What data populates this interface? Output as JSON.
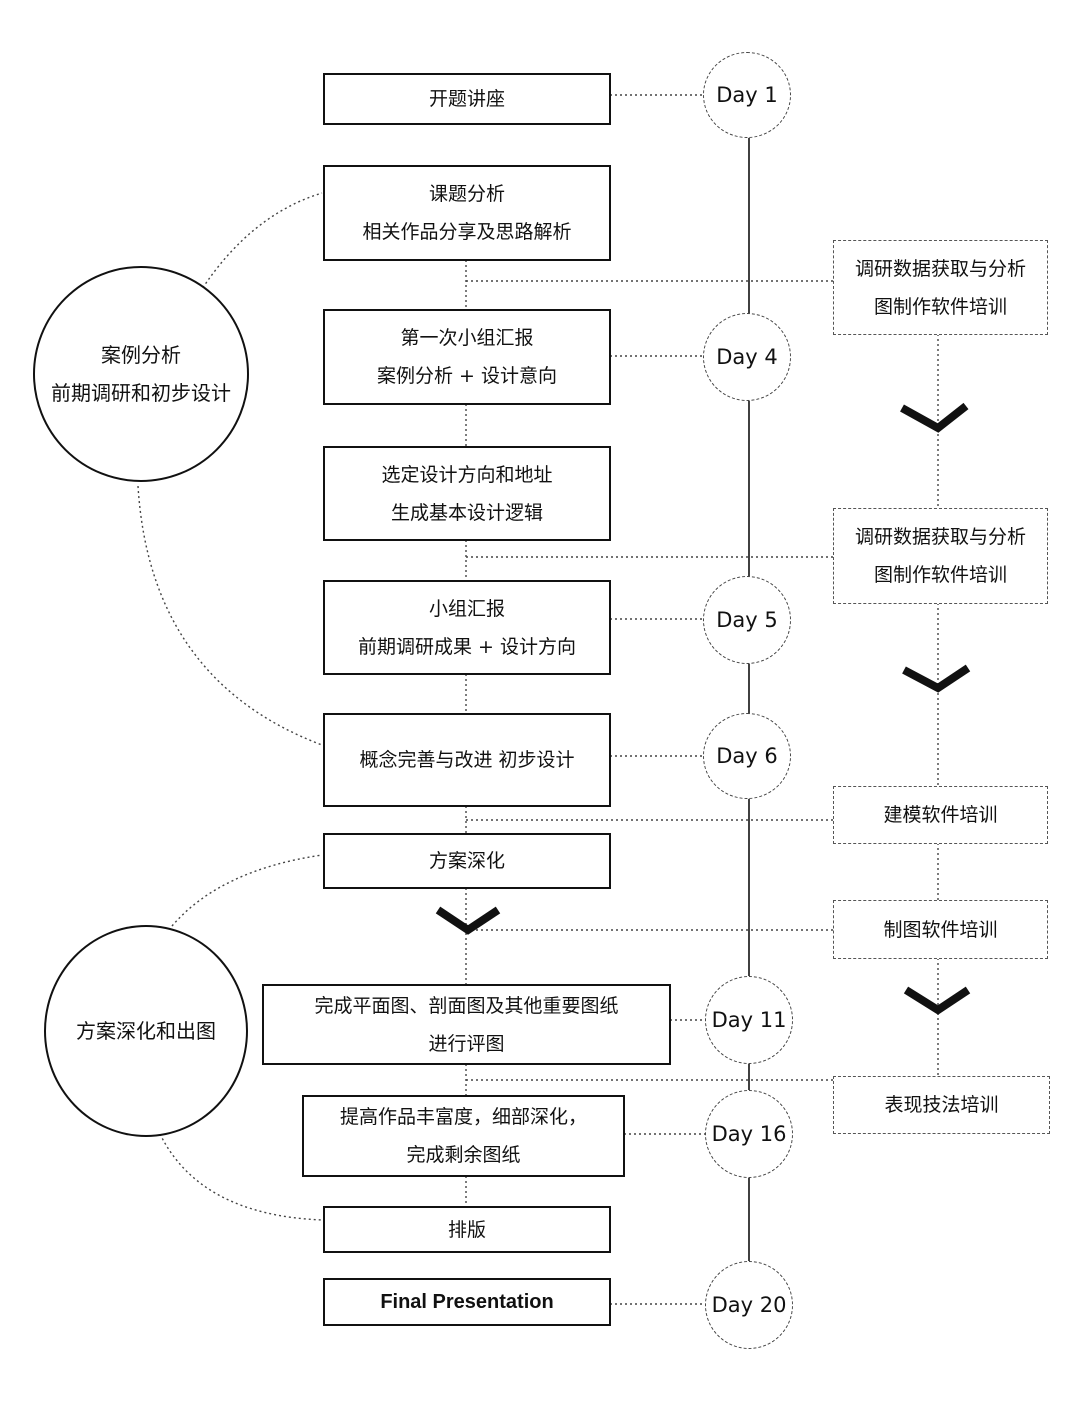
{
  "timeline": {
    "tasks": [
      {
        "id": "kaiti",
        "lines": [
          "开题讲座"
        ]
      },
      {
        "id": "keti",
        "lines": [
          "课题分析",
          "相关作品分享及思路解析"
        ]
      },
      {
        "id": "report1",
        "lines": [
          "第一次小组汇报",
          "案例分析 + 设计意向"
        ]
      },
      {
        "id": "direction",
        "lines": [
          "选定设计方向和地址",
          "生成基本设计逻辑"
        ]
      },
      {
        "id": "report2",
        "lines": [
          "小组汇报",
          "前期调研成果 + 设计方向"
        ]
      },
      {
        "id": "concept",
        "lines": [
          "概念完善与改进 初步设计"
        ]
      },
      {
        "id": "deepen",
        "lines": [
          "方案深化"
        ]
      },
      {
        "id": "drawings",
        "lines": [
          "完成平面图、剖面图及其他重要图纸",
          "进行评图"
        ]
      },
      {
        "id": "enrich",
        "lines": [
          "提高作品丰富度，细部深化，",
          "完成剩余图纸"
        ]
      },
      {
        "id": "layout",
        "lines": [
          "排版"
        ]
      },
      {
        "id": "final",
        "lines": [
          "Final Presentation"
        ]
      }
    ],
    "days": [
      "Day 1",
      "Day 4",
      "Day 5",
      "Day 6",
      "Day 11",
      "Day 16",
      "Day 20"
    ],
    "phases": [
      {
        "lines": [
          "案例分析",
          "前期调研和初步设计"
        ]
      },
      {
        "lines": [
          "方案深化和出图"
        ]
      }
    ],
    "trainings": [
      {
        "lines": [
          "调研数据获取与分析",
          "图制作软件培训"
        ]
      },
      {
        "lines": [
          "调研数据获取与分析",
          "图制作软件培训"
        ]
      },
      {
        "lines": [
          "建模软件培训"
        ]
      },
      {
        "lines": [
          "制图软件培训"
        ]
      },
      {
        "lines": [
          "表现技法培训"
        ]
      }
    ]
  }
}
